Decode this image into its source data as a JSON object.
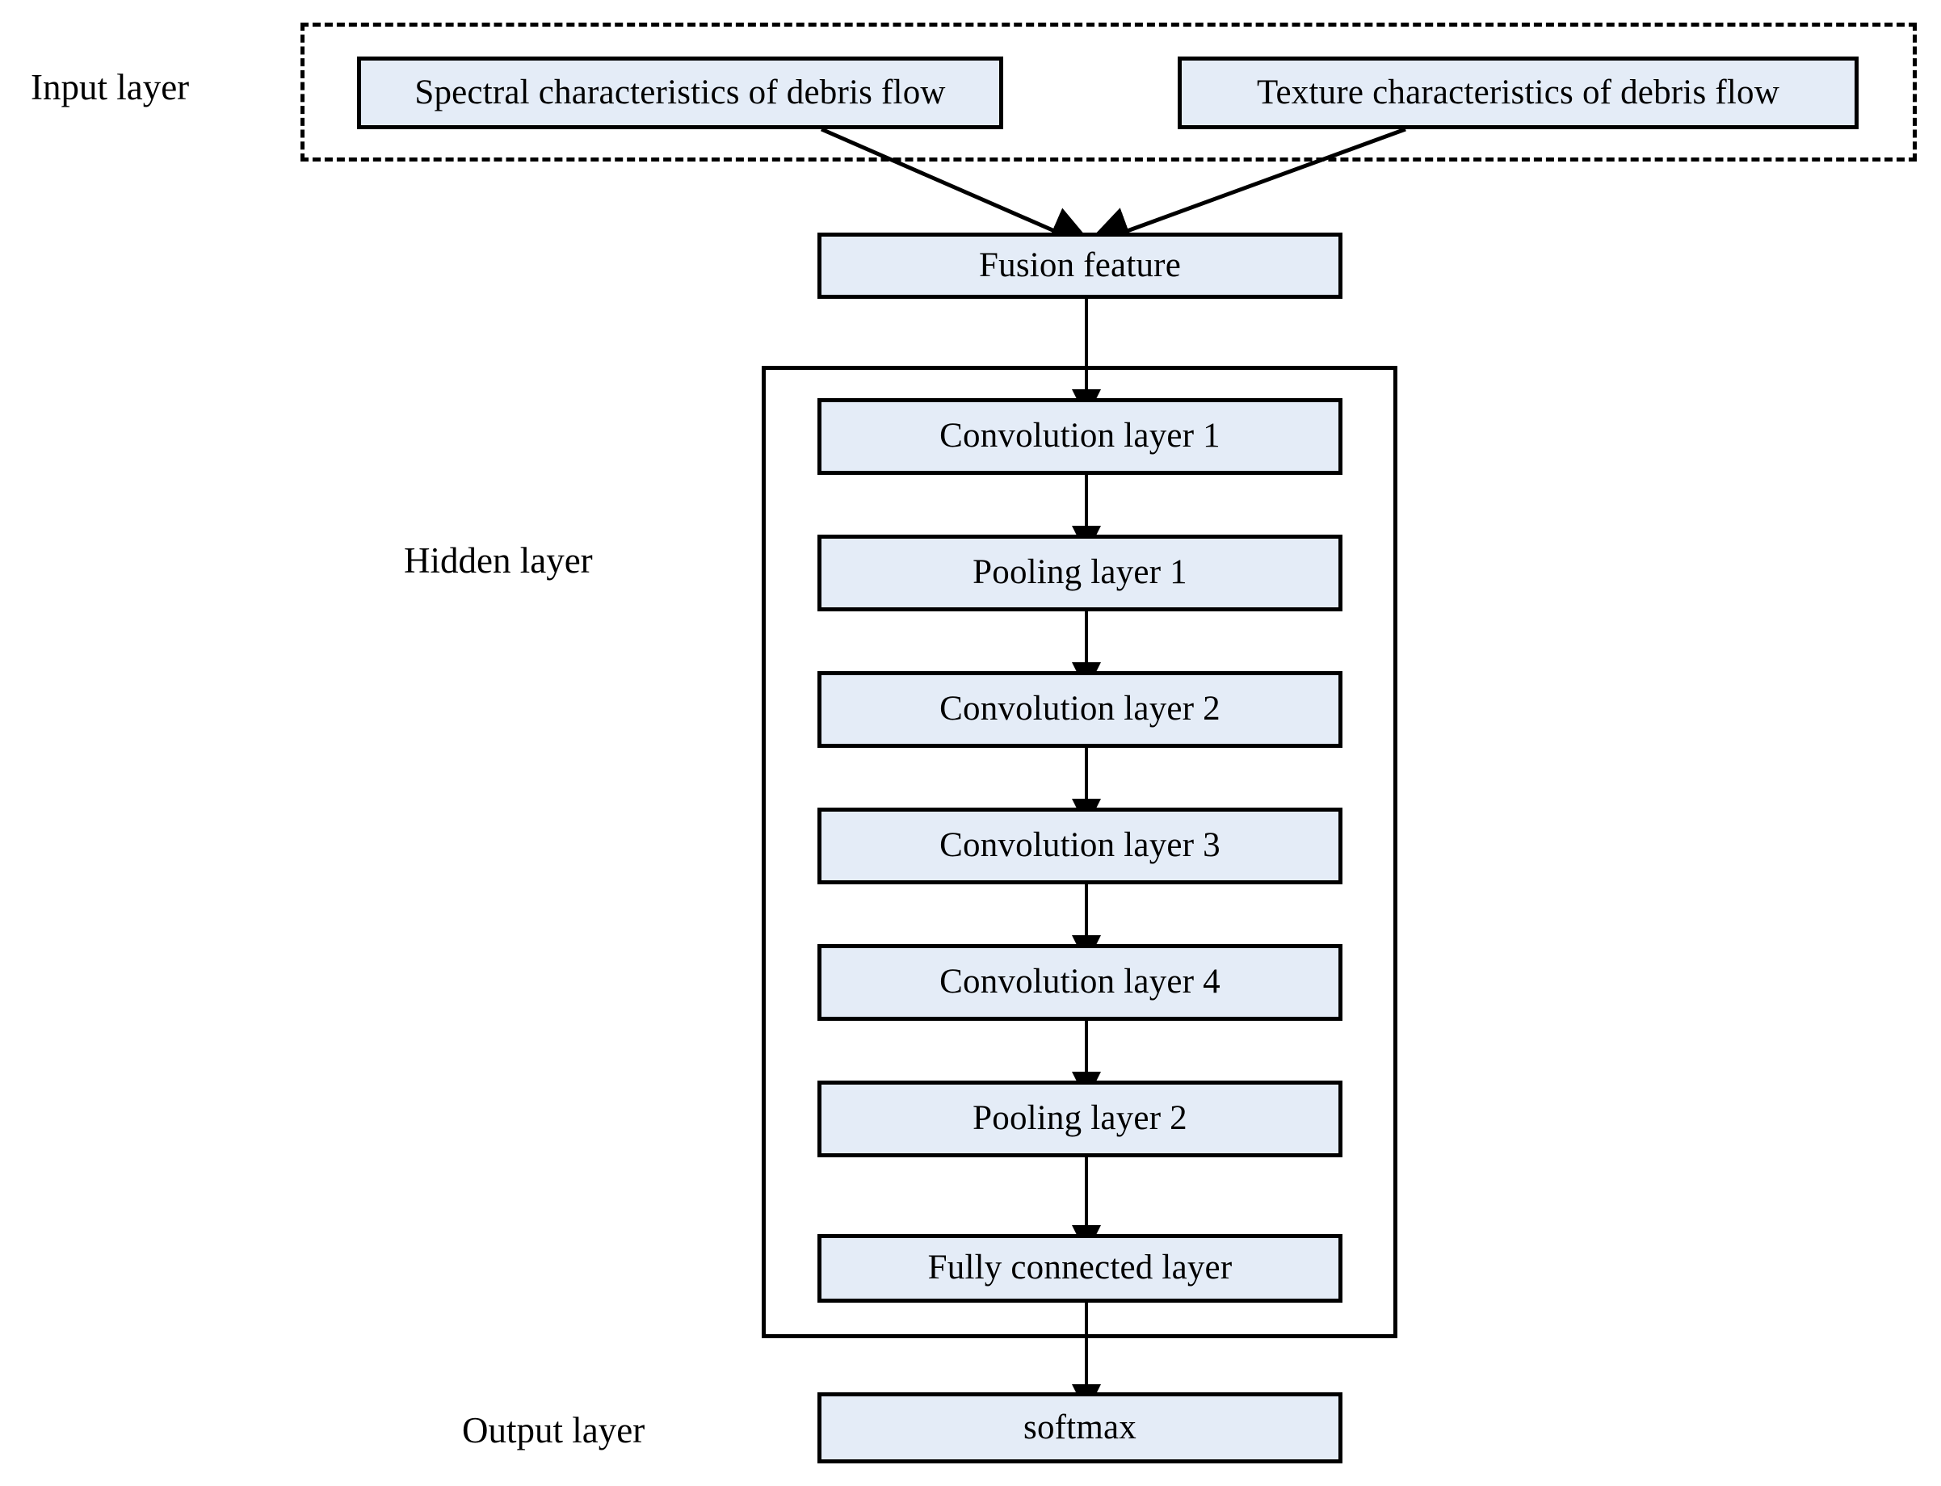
{
  "diagram": {
    "title_present": false,
    "colors": {
      "node_fill": "#e4ecf7",
      "node_stroke": "#000000",
      "frame_stroke": "#000000",
      "background": "#ffffff",
      "text": "#000000"
    },
    "captions": [
      {
        "id": "input-layer",
        "text": "Input layer"
      },
      {
        "id": "hidden-layer",
        "text": "Hidden layer"
      },
      {
        "id": "output-layer",
        "text": "Output layer"
      }
    ],
    "input_nodes": [
      {
        "id": "spectral-characteristics",
        "label": "Spectral characteristics of debris flow"
      },
      {
        "id": "texture-characteristics",
        "label": "Texture characteristics of debris flow"
      }
    ],
    "fusion_node": {
      "id": "fusion-feature",
      "label": "Fusion feature"
    },
    "hidden_nodes": [
      {
        "id": "convolution-layer-1",
        "label": "Convolution layer 1"
      },
      {
        "id": "pooling-layer-1",
        "label": "Pooling layer 1"
      },
      {
        "id": "convolution-layer-2",
        "label": "Convolution layer 2"
      },
      {
        "id": "convolution-layer-3",
        "label": "Convolution layer 3"
      },
      {
        "id": "convolution-layer-4",
        "label": "Convolution layer 4"
      },
      {
        "id": "pooling-layer-2",
        "label": "Pooling layer 2"
      },
      {
        "id": "fully-connected-layer",
        "label": "Fully connected layer"
      }
    ],
    "output_node": {
      "id": "softmax",
      "label": "softmax"
    },
    "flow_order": [
      "Spectral characteristics of debris flow",
      "Texture characteristics of debris flow",
      "Fusion feature",
      "Convolution layer 1",
      "Pooling layer 1",
      "Convolution layer 2",
      "Convolution layer 3",
      "Convolution layer 4",
      "Pooling layer 2",
      "Fully connected layer",
      "softmax"
    ]
  }
}
